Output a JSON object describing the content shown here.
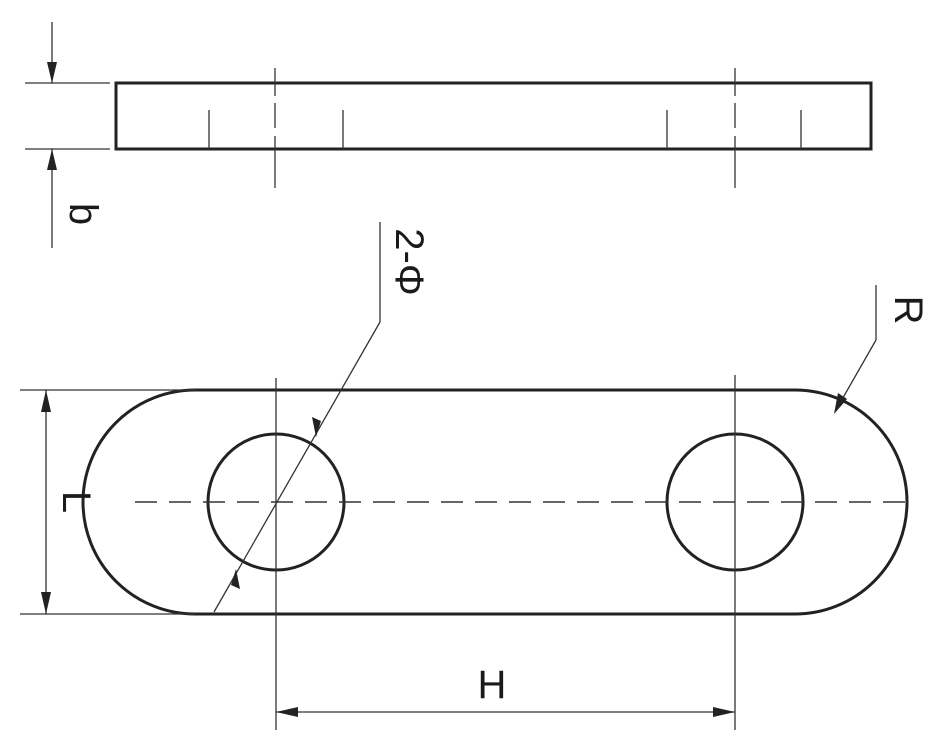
{
  "labels": {
    "thickness": "b",
    "holes": "2-Φ",
    "radius": "R",
    "width": "L",
    "hole_spacing": "H"
  }
}
